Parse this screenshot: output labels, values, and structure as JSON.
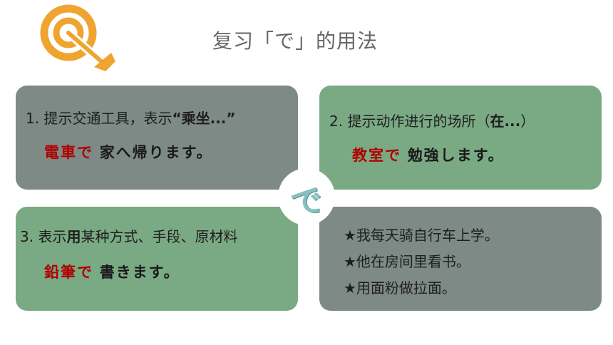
{
  "header": {
    "title": "复习「で」的用法",
    "logo_icon": "target-arrow-icon"
  },
  "colors": {
    "accent_orange": "#f0a430",
    "card_gray": "#7d8a86",
    "card_green": "#7aaa84",
    "highlight_red": "#b00000",
    "center_glyph": "#86c1c1"
  },
  "center": {
    "glyph": "で"
  },
  "cards": [
    {
      "heading_plain": "1. 提示交通工具，表示",
      "heading_bold": "“乘坐...”",
      "example_red": "電車で",
      "example_rest": "家へ帰ります。"
    },
    {
      "heading_plain": "2. 提示动作进行的场所（",
      "heading_bold": "在...",
      "heading_tail": "）",
      "example_red": "教室で",
      "example_rest": "勉強します。"
    },
    {
      "heading_pre": "3. 表示",
      "heading_bold": "用",
      "heading_plain": "某种方式、手段、原材料",
      "example_red": "鉛筆で",
      "example_rest": "書きます。"
    },
    {
      "items": [
        "★我每天骑自行车上学。",
        "★他在房间里看书。",
        "★用面粉做拉面。"
      ]
    }
  ]
}
